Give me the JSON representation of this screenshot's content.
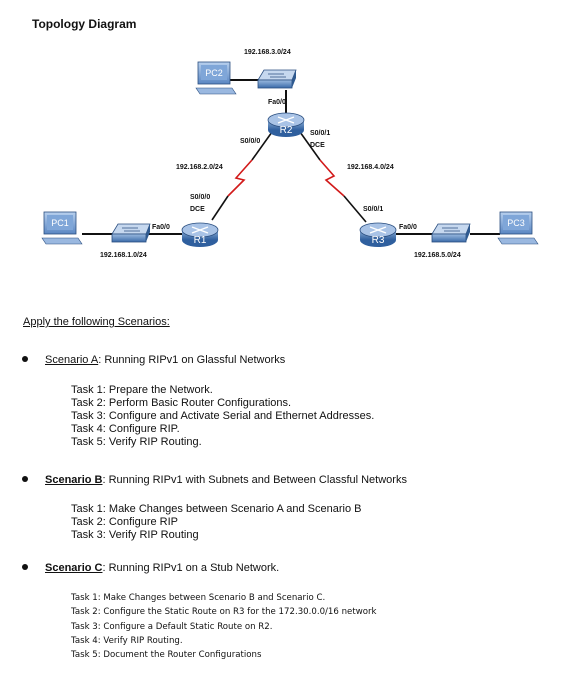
{
  "title": "Topology Diagram",
  "devices": {
    "pc1": "PC1",
    "pc2": "PC2",
    "pc3": "PC3",
    "r1": "R1",
    "r2": "R2",
    "r3": "R3"
  },
  "labels": {
    "net_r2_lan": "192.168.3.0/24",
    "r2_fa": "Fa0/0",
    "r2_s0": "S0/0/0",
    "r2_s1": "S0/0/1",
    "r2_dce": "DCE",
    "net_r1_r2": "192.168.2.0/24",
    "net_r2_r3": "192.168.4.0/24",
    "r1_s0": "S0/0/0",
    "r1_dce": "DCE",
    "r1_fa": "Fa0/0",
    "r3_s1": "S0/0/1",
    "r3_fa": "Fa0/0",
    "net_r1_lan": "192.168.1.0/24",
    "net_r3_lan": "192.168.5.0/24"
  },
  "apply_heading": "Apply the following Scenarios:",
  "scenarios": [
    {
      "name": "Scenario A",
      "desc": ": Running RIPv1 on Glassful Networks",
      "tasks": [
        "Task 1: Prepare the Network.",
        "Task 2: Perform Basic Router Configurations.",
        "Task 3: Configure and Activate Serial and Ethernet Addresses.",
        "Task 4: Configure RIP.",
        "Task 5: Verify RIP Routing."
      ]
    },
    {
      "name": "Scenario B",
      "desc": ": Running RIPv1 with Subnets and Between Classful Networks",
      "tasks": [
        "Task 1: Make Changes between Scenario A and Scenario B",
        "Task 2: Configure RIP",
        "Task 3: Verify RIP Routing"
      ]
    },
    {
      "name": "Scenario C",
      "desc": ": Running RIPv1 on a Stub Network.",
      "tasks": [
        "Task 1: Make Changes between Scenario B and Scenario C.",
        "Task 2: Configure the Static Route on R3 for the 172.30.0.0/16 network",
        "Task 3: Configure a Default Static Route on R2.",
        "Task 4: Verify RIP Routing.",
        "Task 5: Document the Router Configurations"
      ]
    }
  ]
}
